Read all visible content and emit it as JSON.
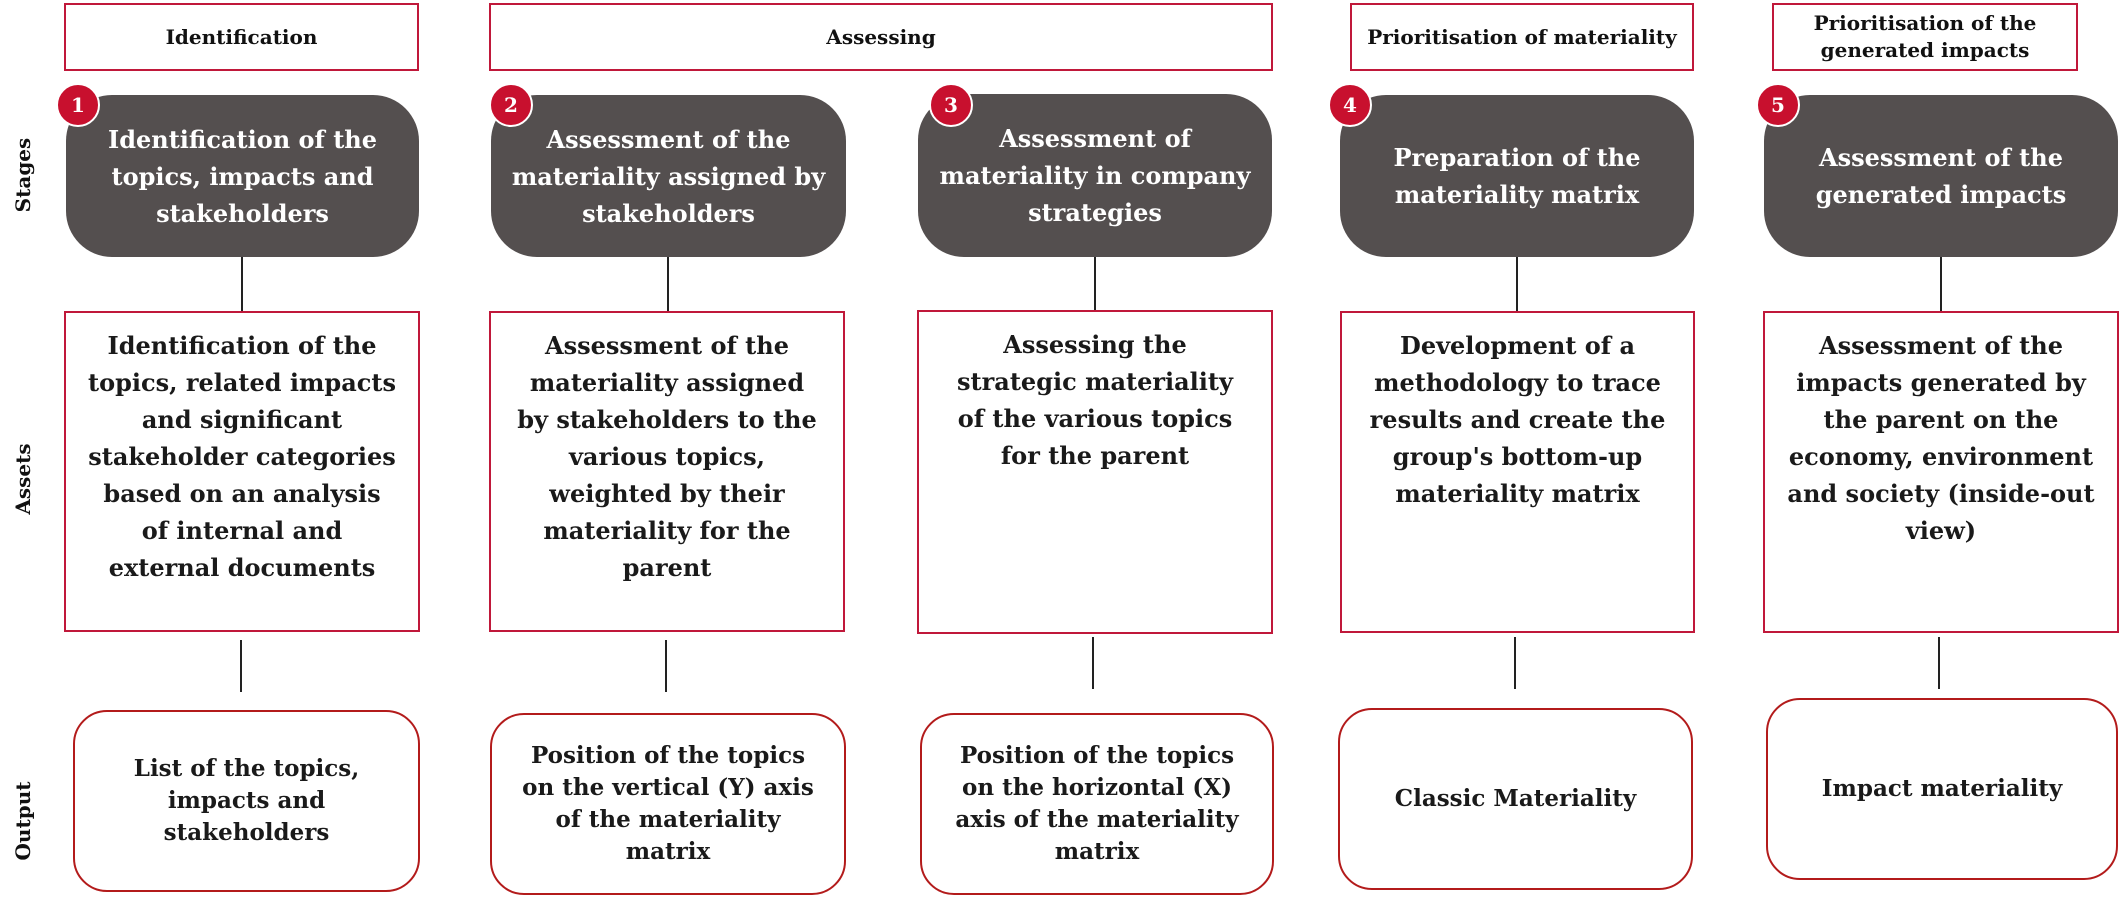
{
  "row_labels": {
    "stages": "Stages",
    "assets": "Assets",
    "output": "Output"
  },
  "phases": [
    "Identification",
    "Assessing",
    "Prioritisation of materiality",
    "Prioritisation of the generated impacts"
  ],
  "columns": [
    {
      "number": "1",
      "stage": "Identification of the topics, impacts and stakeholders",
      "asset": "Identification of the topics, related impacts and significant stakeholder categories based on an analysis of internal and external documents",
      "output": "List of the topics, impacts and stakeholders"
    },
    {
      "number": "2",
      "stage": "Assessment of the materiality assigned by stakeholders",
      "asset": "Assessment of the materiality assigned by stakeholders to the various topics, weighted by their materiality for the parent",
      "output": "Position of the topics on the vertical (Y) axis of the materiality matrix"
    },
    {
      "number": "3",
      "stage": "Assessment of materiality in company strategies",
      "asset": "Assessing the strategic materiality of the various topics for the parent",
      "output": "Position of the topics on the horizontal (X) axis of the materiality matrix"
    },
    {
      "number": "4",
      "stage": "Preparation of the materiality matrix",
      "asset": "Development of a methodology to trace results and create the group's bottom-up materiality matrix",
      "output": "Classic Materiality"
    },
    {
      "number": "5",
      "stage": "Assessment of the generated impacts",
      "asset": "Assessment of the impacts generated by the parent on the economy, environment and society (inside-out view)",
      "output": "Impact materiality"
    }
  ]
}
